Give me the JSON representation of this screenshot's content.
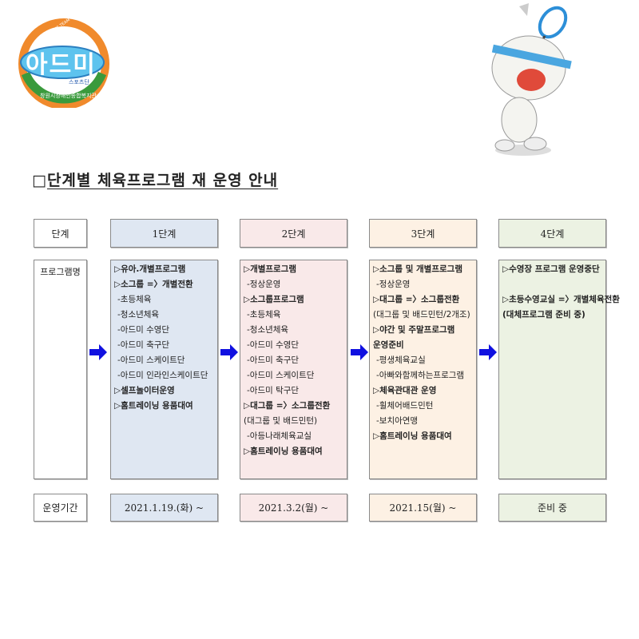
{
  "logo": {
    "name": "아드미",
    "sub": "스포츠단",
    "team": "ADMI SPORTS TEAM",
    "org": "창원시장애인종합복지관"
  },
  "title": {
    "box": "□",
    "text": "단계별 체육프로그램 재 운영 안내"
  },
  "row_labels": {
    "stage": "단계",
    "program": "프로그램명",
    "period": "운영기간"
  },
  "stages": [
    {
      "name": "1단계",
      "color": "#dfe7f2",
      "period": "2021.1.19.(화) ~",
      "items": [
        {
          "text": "▷유아.개별프로그램",
          "bold": true
        },
        {
          "text": "▷소그룹 =〉개별전환",
          "bold": true
        },
        {
          "text": "-초등체육"
        },
        {
          "text": "-청소년체육"
        },
        {
          "text": "-아드미 수영단"
        },
        {
          "text": "-아드미 축구단"
        },
        {
          "text": "-아드미 스케이트단"
        },
        {
          "text": "-아드미 인라인스케이트단"
        },
        {
          "text": "▷셀프놀이터운영",
          "bold": true
        },
        {
          "text": "▷홈트레이닝 용품대여",
          "bold": true
        }
      ]
    },
    {
      "name": "2단계",
      "color": "#f9e9e9",
      "period": "2021.3.2(월) ~",
      "items": [
        {
          "text": "▷개별프로그램",
          "bold": true
        },
        {
          "text": "-정상운영"
        },
        {
          "text": "▷소그룹프로그램",
          "bold": true
        },
        {
          "text": "-초등체육"
        },
        {
          "text": "-청소년체육"
        },
        {
          "text": "-아드미 수영단"
        },
        {
          "text": "-아드미 축구단"
        },
        {
          "text": "-아드미 스케이트단"
        },
        {
          "text": "-아드미 탁구단"
        },
        {
          "text": "▷대그룹 =〉소그룹전환",
          "bold": true
        },
        {
          "text": "(대그룹 및 배드민턴)"
        },
        {
          "text": "-아등나래체육교실"
        },
        {
          "text": "▷홈트레이닝 용품대여",
          "bold": true
        }
      ]
    },
    {
      "name": "3단계",
      "color": "#fdf1e4",
      "period": "2021.15(월) ~",
      "items": [
        {
          "text": "▷소그룹 및 개별프로그램",
          "bold": true
        },
        {
          "text": "-정상운영"
        },
        {
          "text": "▷대그룹 =〉소그룹전환",
          "bold": true
        },
        {
          "text": "(대그룹 및 배드민턴/2개조)"
        },
        {
          "text": "▷야간 및 주말프로그램",
          "bold": true
        },
        {
          "text": "운영준비",
          "bold": true
        },
        {
          "text": "-평생체육교실"
        },
        {
          "text": "-아빠와함께하는프로그램"
        },
        {
          "text": "▷체육관대관 운영",
          "bold": true
        },
        {
          "text": "-휠체어배드민턴"
        },
        {
          "text": "-보치아연맹"
        },
        {
          "text": "▷홈트레이닝 용품대여",
          "bold": true
        }
      ]
    },
    {
      "name": "4단계",
      "color": "#ecf2e3",
      "period": "준비 중",
      "items": [
        {
          "text": "▷수영장 프로그램 운영중단",
          "bold": true
        },
        {
          "text": ""
        },
        {
          "text": "▷초등수영교실 =〉개별체육전환",
          "bold": true
        },
        {
          "text": "(대체프로그램 준비 중)",
          "bold": true
        }
      ]
    }
  ],
  "arrow_color": "#1010e0"
}
